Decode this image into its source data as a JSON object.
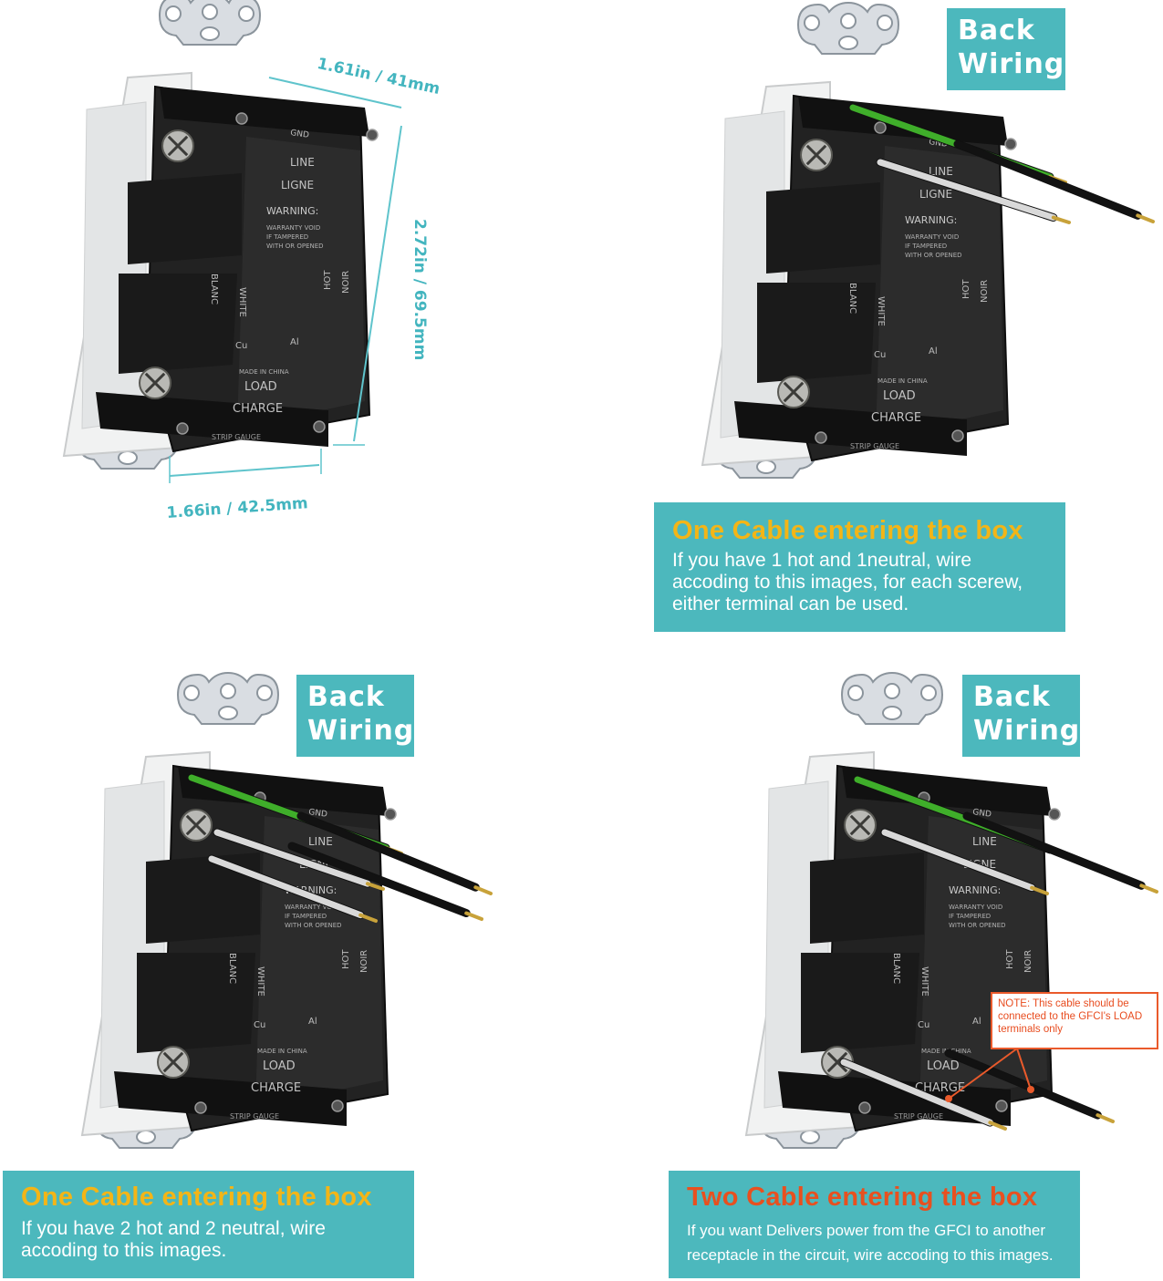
{
  "colors": {
    "accent": "#4cb8bd",
    "heading_yellow": "#f3b517",
    "heading_red": "#e8501f",
    "note_red": "#e84c1f",
    "dimension": "#43b5bf"
  },
  "dimensions": {
    "top": "1.61in / 41mm",
    "height": "2.72in / 69.5mm",
    "width": "1.66in / 42.5mm"
  },
  "panels": [
    {
      "tag": "Back\nWiring",
      "heading": "One Cable entering the box",
      "body": "If you have 1 hot and 1neutral, wire\naccoding to this images, for each scerew,\neither terminal can be used."
    },
    {
      "tag": "Back\nWiring",
      "heading": "One Cable entering the box",
      "body": "If you have 2 hot and 2 neutral, wire\naccoding to this images."
    },
    {
      "tag": "Back\nWiring",
      "heading": "Two Cable entering the box",
      "body": "If you want Delivers power from the GFCI to another\nreceptacle in the circuit, wire accoding to this images.",
      "note": "NOTE: This cable should be connected to the GFCI's LOAD terminals only"
    }
  ],
  "device_labels": {
    "gnd": "GND",
    "line": "LINE",
    "ligne": "LIGNE",
    "warning": "WARNING:",
    "warranty": "WARRANTY VOID\nIF TAMPERED\nWITH OR OPENED",
    "white": "WHITE",
    "blanc": "BLANC",
    "hot": "HOT",
    "noir": "NOIR",
    "cu": "Cu",
    "al": "Al",
    "made_in": "MADE IN CHINA",
    "load": "LOAD",
    "charge": "CHARGE",
    "strip": "STRIP GAUGE"
  }
}
